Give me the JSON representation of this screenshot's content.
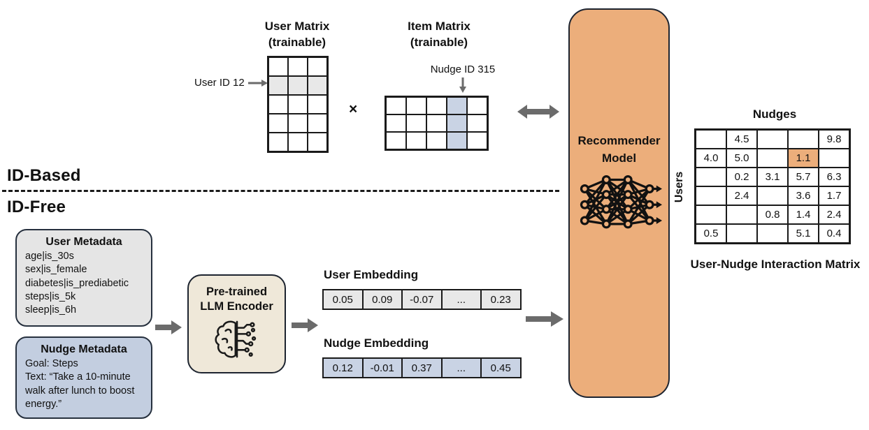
{
  "colors": {
    "accent_orange": "#ECAE7B",
    "highlight_gray": "#E8E8E8",
    "highlight_blue": "#C9D3E4",
    "metadata_gray": "#E5E5E5",
    "metadata_blue": "#C3CEE0",
    "llm_cream": "#EFE8D9",
    "arrow_gray": "#6B6B6B"
  },
  "id_based": {
    "section_label": "ID-Based",
    "times_symbol": "×",
    "user_matrix": {
      "title_line1": "User Matrix",
      "title_line2": "(trainable)",
      "rows": 5,
      "cols": 3,
      "highlight_row": 1,
      "pointer_label": "User ID 12"
    },
    "item_matrix": {
      "title_line1": "Item Matrix",
      "title_line2": "(trainable)",
      "rows": 3,
      "cols": 5,
      "highlight_col": 3,
      "pointer_label": "Nudge ID 315"
    }
  },
  "id_free": {
    "section_label": "ID-Free",
    "user_metadata": {
      "title": "User Metadata",
      "lines": [
        "age|is_30s",
        "sex|is_female",
        "diabetes|is_prediabetic",
        "steps|is_5k",
        "sleep|is_6h"
      ]
    },
    "nudge_metadata": {
      "title": "Nudge Metadata",
      "lines": [
        "Goal: Steps",
        "Text: “Take a 10-minute walk after lunch to boost energy.”"
      ]
    },
    "llm_encoder": {
      "label_line1": "Pre-trained",
      "label_line2": "LLM Encoder"
    },
    "user_embedding": {
      "title": "User Embedding",
      "values": [
        "0.05",
        "0.09",
        "-0.07",
        "...",
        "0.23"
      ]
    },
    "nudge_embedding": {
      "title": "Nudge Embedding",
      "values": [
        "0.12",
        "-0.01",
        "0.37",
        "...",
        "0.45"
      ]
    }
  },
  "recommender": {
    "label_line1": "Recommender",
    "label_line2": "Model"
  },
  "interaction_matrix": {
    "top_label": "Nudges",
    "side_label": "Users",
    "caption": "User-Nudge Interaction Matrix",
    "highlight_cell": {
      "row": 1,
      "col": 3
    },
    "cells": [
      [
        "",
        "4.5",
        "",
        "",
        "9.8"
      ],
      [
        "4.0",
        "5.0",
        "",
        "1.1",
        ""
      ],
      [
        "",
        "0.2",
        "3.1",
        "5.7",
        "6.3"
      ],
      [
        "",
        "2.4",
        "",
        "3.6",
        "1.7"
      ],
      [
        "",
        "",
        "0.8",
        "1.4",
        "2.4"
      ],
      [
        "0.5",
        "",
        "",
        "5.1",
        "0.4"
      ]
    ]
  }
}
